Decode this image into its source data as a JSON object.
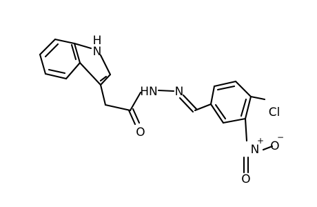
{
  "molecule": {
    "labels": {
      "nh": "H",
      "n_ring": "N",
      "hydrazone": "HN",
      "n_imine": "N",
      "carbonyl_o": "O",
      "chloro": "Cl",
      "nitro_n": "N",
      "nitro_plus": "+",
      "nitro_o_top": "O",
      "nitro_o_bottom": "O",
      "nitro_minus": "−"
    }
  }
}
